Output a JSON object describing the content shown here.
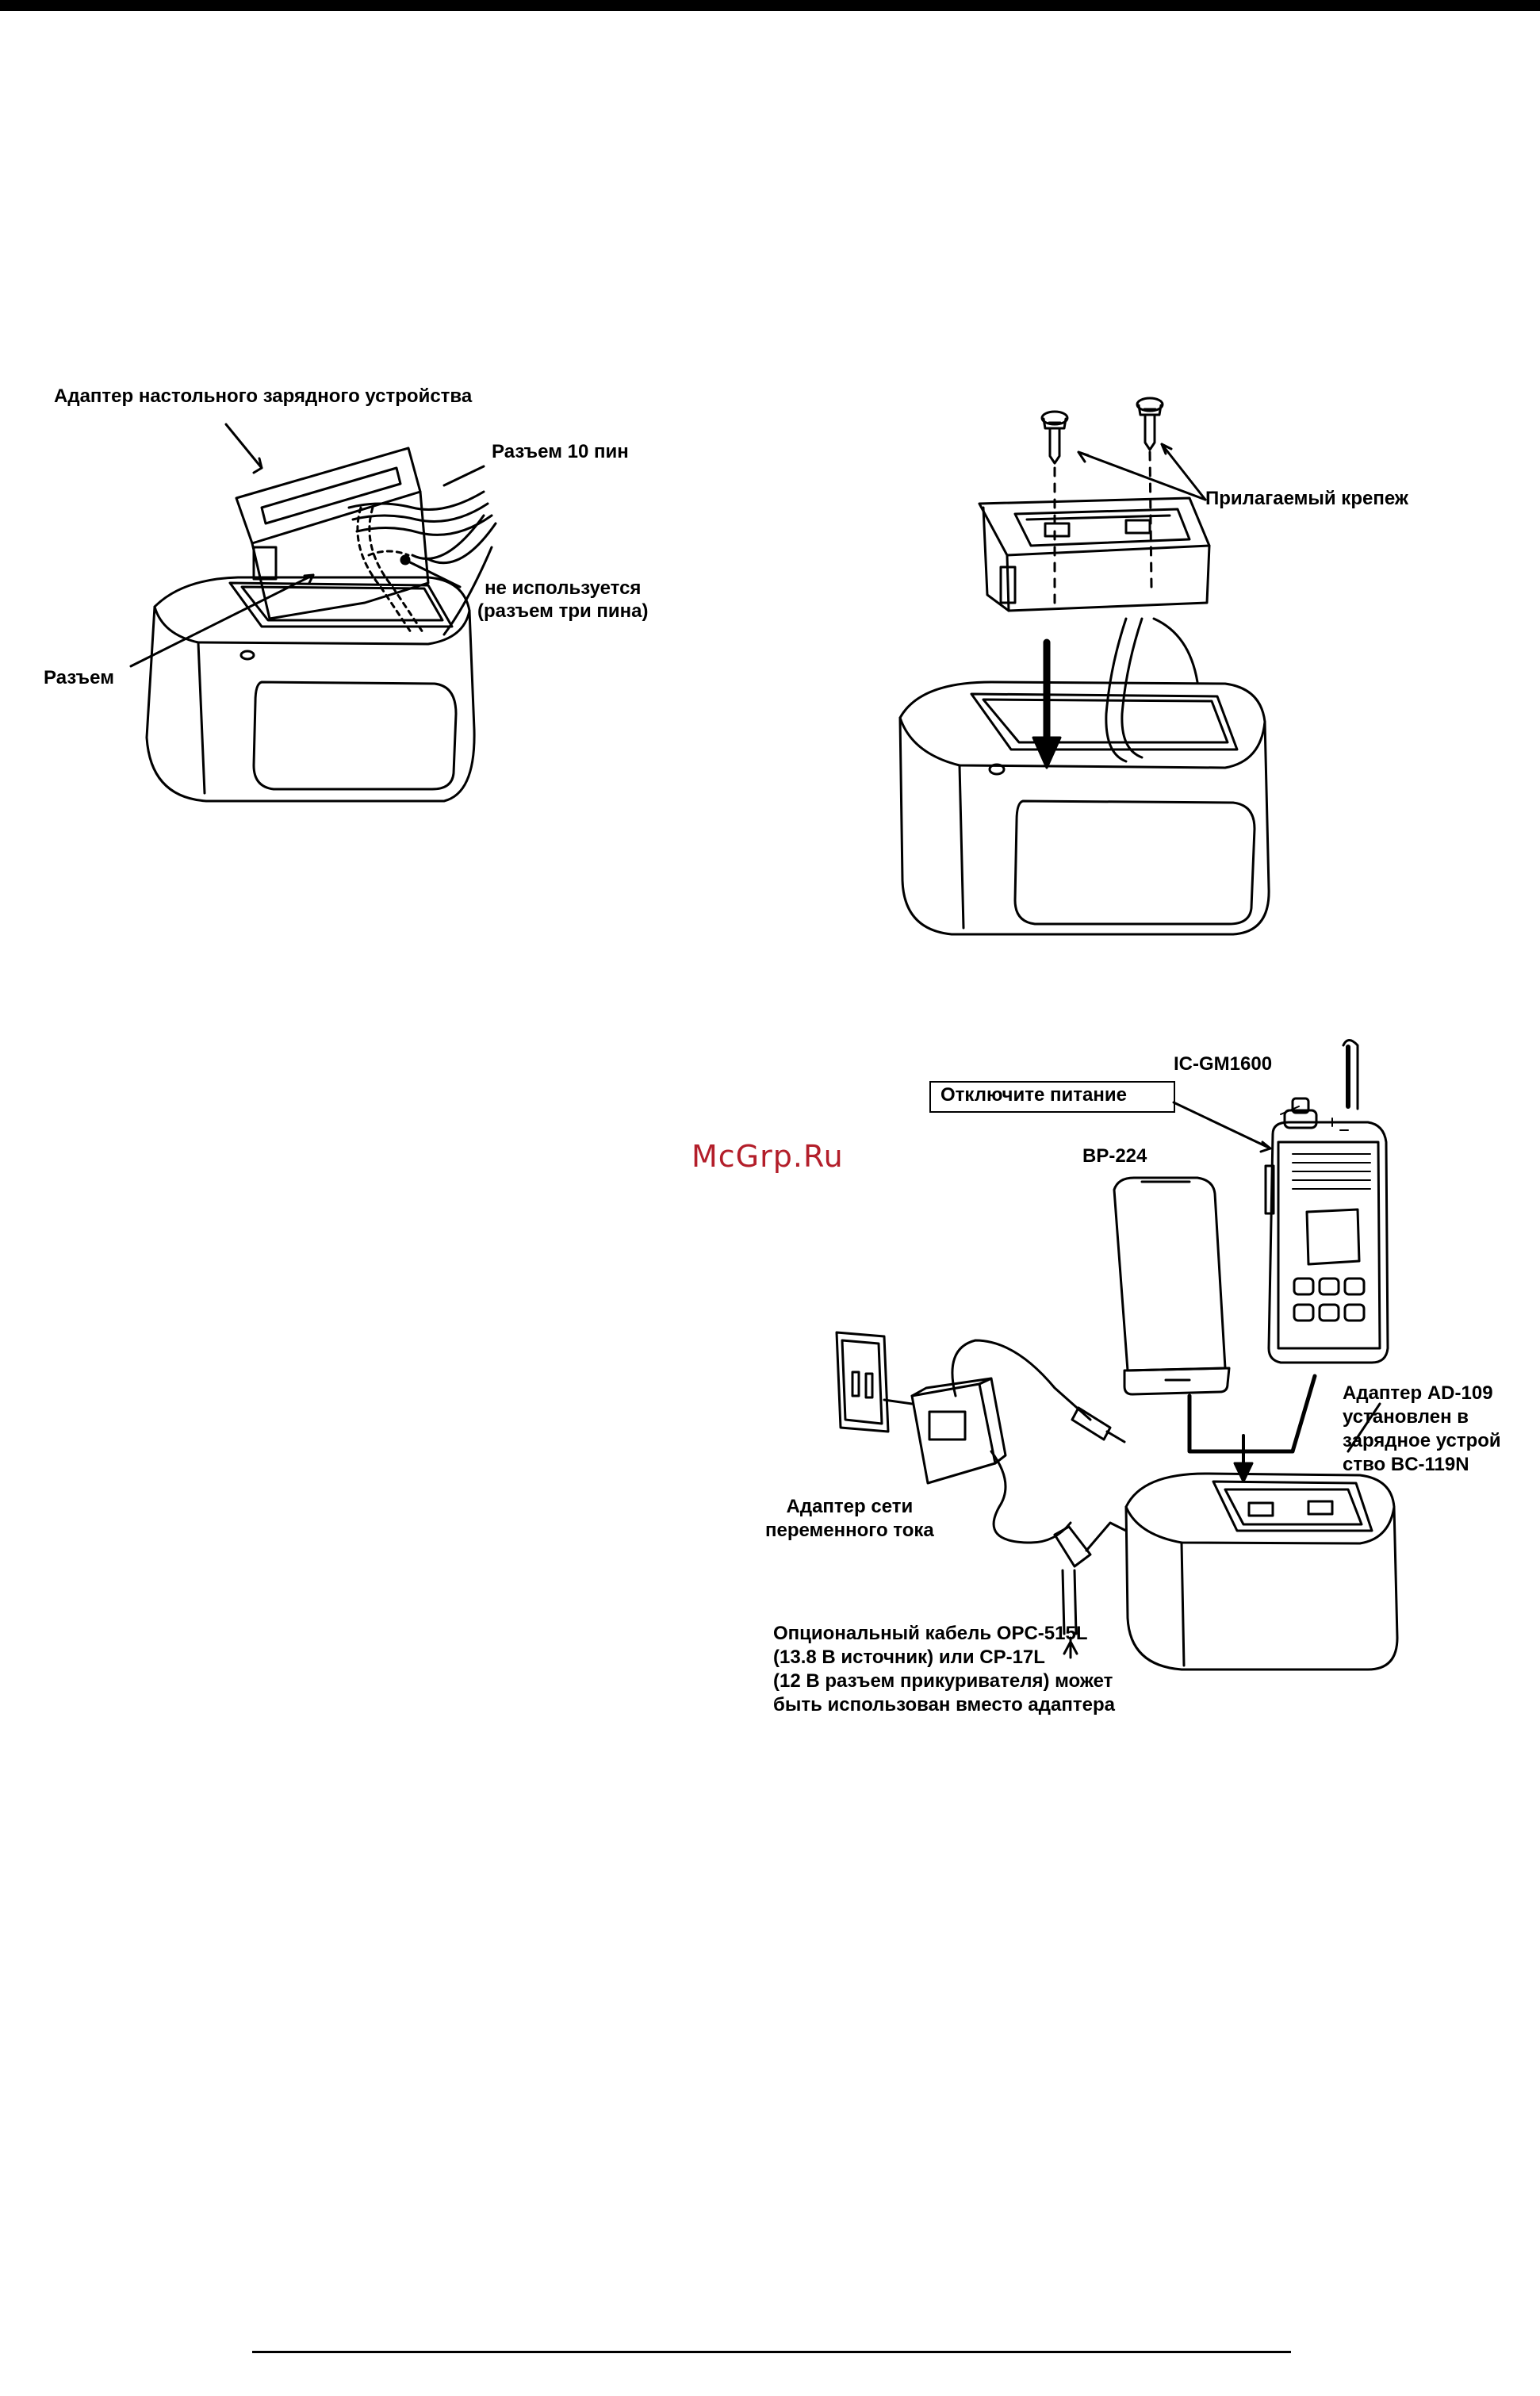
{
  "figure1": {
    "label_adapter": "Адаптер настольного зарядного устройства",
    "label_10pin": "Разъем 10 пин",
    "label_not_used": "не используется\n(разъем три пина)",
    "label_connector": "Разъем"
  },
  "figure2": {
    "label_screws": "Прилагаемый крепеж"
  },
  "figure3": {
    "label_model": "IC-GM1600",
    "label_power_off": "Отключите питание",
    "label_battery": "BP-224",
    "label_adapter_installed": "Адаптер AD-109\nустановлен в\nзарядное устрой\nство BC-119N",
    "label_ac_adapter": "Адаптер сети\nпеременного тока",
    "label_optional_cable": "Опциональный кабель OPC-515L\n(13.8 В источник) или CP-17L\n(12 В разъем прикуривателя) может\nбыть использован вместо адаптера"
  },
  "watermark": "McGrp.Ru",
  "colors": {
    "watermark": "#b31e2a"
  }
}
